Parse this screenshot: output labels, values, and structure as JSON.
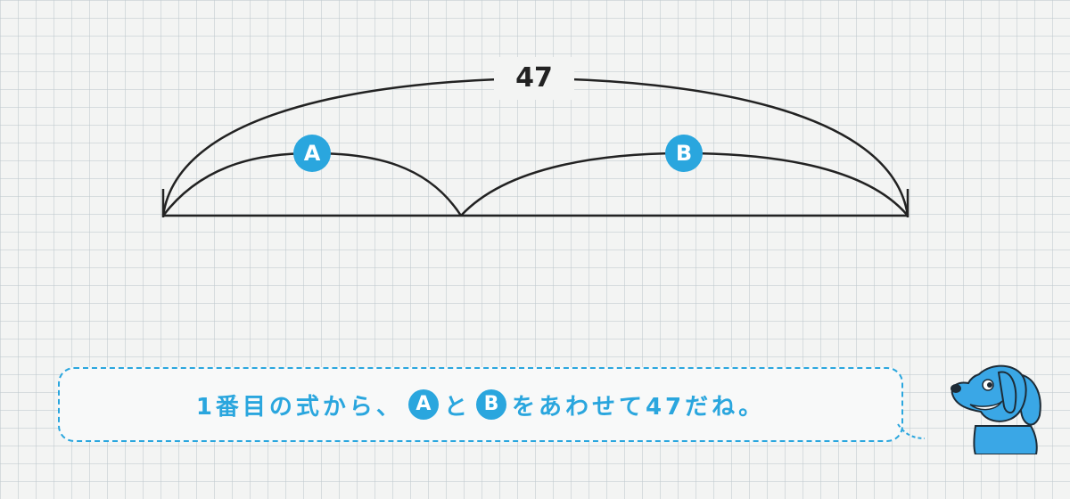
{
  "diagram": {
    "total_label": "47",
    "segment_a_label": "A",
    "segment_b_label": "B"
  },
  "bubble": {
    "text_before": "1番目の式から、",
    "badge_a": "A",
    "connector": "と",
    "badge_b": "B",
    "text_after": "をあわせて47だね。"
  },
  "colors": {
    "accent": "#2aa6de",
    "line": "#222222",
    "background": "#f3f4f3",
    "character": "#3aa7e6"
  },
  "icons": {
    "character": "dog-character-icon"
  }
}
